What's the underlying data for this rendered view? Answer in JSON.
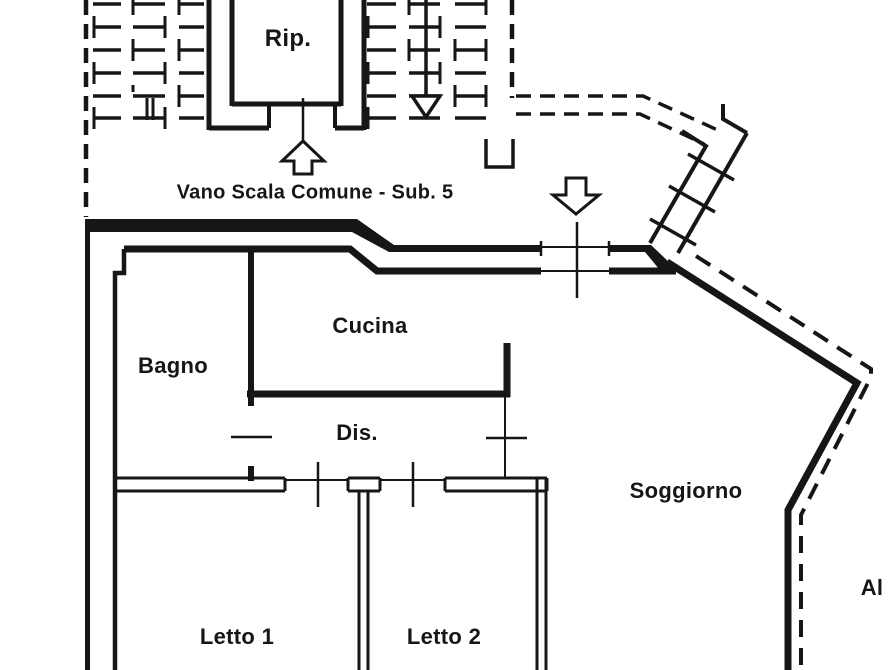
{
  "title": "Apartment floor plan",
  "colors": {
    "background": "#ffffff",
    "line": "#161616"
  },
  "labels": {
    "rip": "Rip.",
    "stairwell_note": "Vano Scala Comune - Sub. 5",
    "bagno": "Bagno",
    "cucina": "Cucina",
    "dis": "Dis.",
    "soggiorno": "Soggiorno",
    "letto1": "Letto 1",
    "letto2": "Letto 2",
    "adjacent_partial": "Al"
  },
  "symbols": {
    "up_arrow": "stair-direction-up block arrow",
    "down_arrow": "stair-direction-down open triangle with tail",
    "entrance_arrow": "entrance block arrow pointing down",
    "stair_break": "double-bar stair break mark",
    "external_stair": "diagonal stair flight with treads",
    "boundary": "dashed unit-boundary line"
  }
}
